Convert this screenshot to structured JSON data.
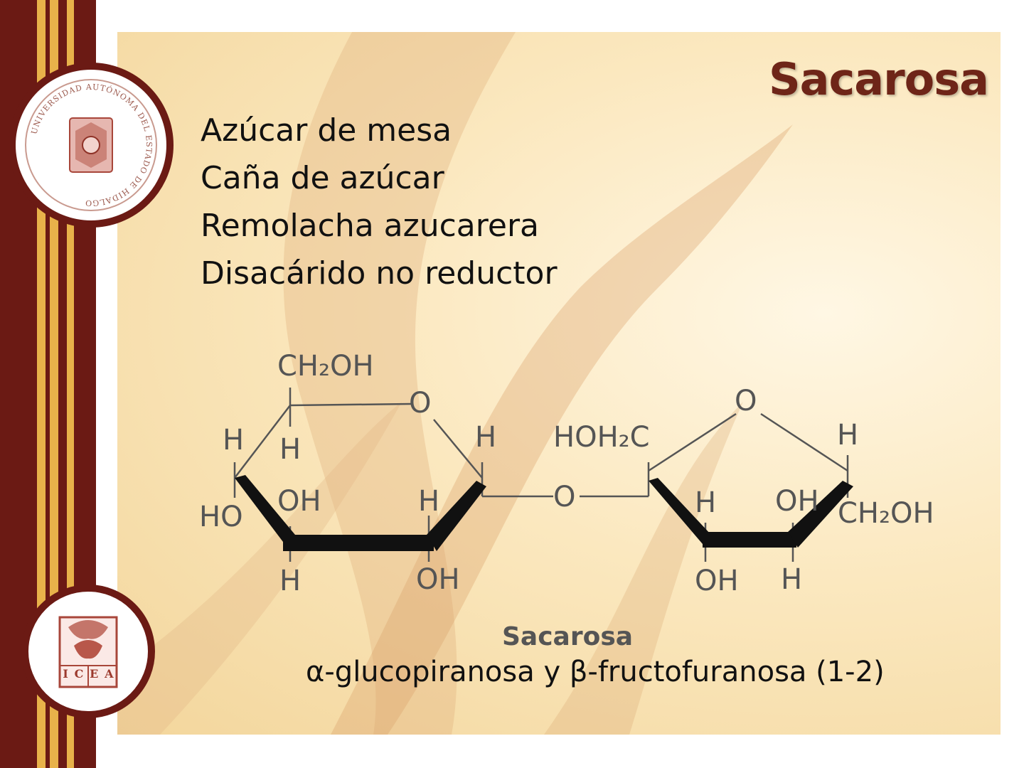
{
  "slide": {
    "title": "Sacarosa",
    "bullets": [
      "Azúcar de mesa",
      "Caña de azúcar",
      "Remolacha azucarera",
      "Disacárido no reductor"
    ],
    "caption": "α-glucopiranosa y β-fructofuranosa (1-2)"
  },
  "seals": {
    "top_text": "UNIVERSIDAD AUTÓNOMA DEL ESTADO DE HIDALGO",
    "bottom_letters": [
      "I",
      "C",
      "E",
      "A"
    ]
  },
  "structure": {
    "name": "Sacarosa",
    "labels": {
      "ch2oh_glc": "CH₂OH",
      "o_ring1": "O",
      "h1": "H",
      "h2": "H",
      "h3": "H",
      "ho": "HO",
      "oh1": "OH",
      "h4": "H",
      "h5": "H",
      "oh2": "OH",
      "o_link": "O",
      "hoh2c": "HOH₂C",
      "o_ring2": "O",
      "h6": "H",
      "h7": "H",
      "oh3": "OH",
      "ch2oh_fru": "CH₂OH",
      "oh4": "OH",
      "h8": "H"
    }
  },
  "colors": {
    "maroon": "#6b1a14",
    "title": "#6e2518",
    "gold": "#e8b24a"
  }
}
